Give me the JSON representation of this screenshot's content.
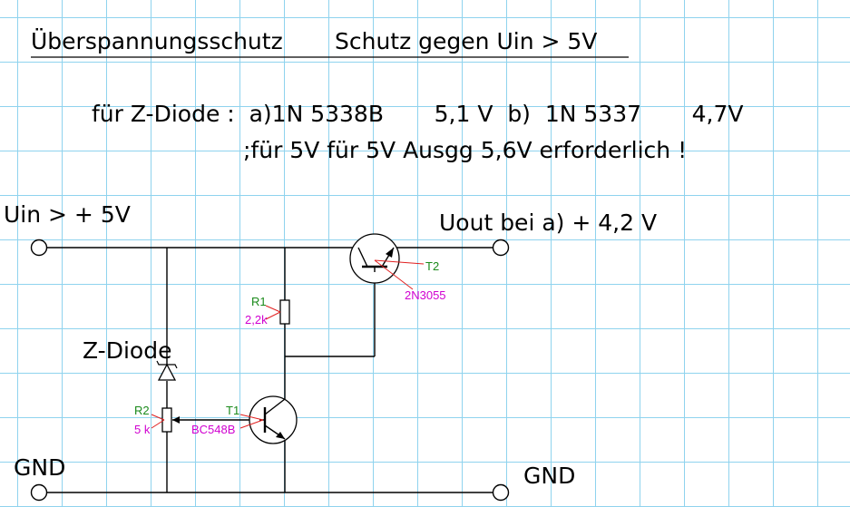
{
  "header": {
    "title": "Überspannungsschutz",
    "subtitle": "Schutz gegen Uin > 5V"
  },
  "notes": {
    "line1": "für Z-Diode :  a)1N 5338B       5,1 V  b)  1N 5337       4,7V",
    "line2": ";für 5V für 5V Ausgg 5,6V erforderlich !"
  },
  "terminals": {
    "uin": "Uin > + 5V",
    "uout": "Uout bei a) + 4,2 V",
    "gnd_left": "GND",
    "gnd_right": "GND"
  },
  "components": {
    "zdiode": "Z-Diode",
    "r1": {
      "name": "R1",
      "value": "2,2k"
    },
    "r2": {
      "name": "R2",
      "value": "5 k"
    },
    "t1": {
      "name": "T1",
      "type": "BC548B"
    },
    "t2": {
      "name": "T2",
      "type": "2N3055"
    }
  },
  "colors": {
    "grid": "#8fd3ee",
    "name_label": "#1a8a1a",
    "value_label": "#d000d0",
    "pointer_line": "#e02020"
  }
}
